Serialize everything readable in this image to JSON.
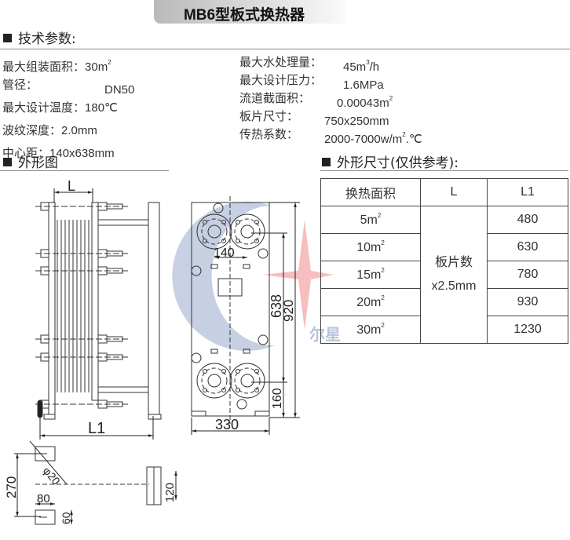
{
  "title": "MB6型板式换热器",
  "sections": {
    "tech_params": "技术参数:",
    "outline_drawing": "外形图",
    "outline_dims": "外形尺寸(仅供参考):"
  },
  "params_left": [
    {
      "label": "最大组装面积：",
      "value": "30m",
      "sup": "2"
    },
    {
      "label": "管径：",
      "value": "DN50",
      "sup": ""
    },
    {
      "label": "最大设计温度：",
      "value": "180℃",
      "sup": ""
    },
    {
      "label": "波纹深度：",
      "value": "2.0mm",
      "sup": ""
    },
    {
      "label": "中心距：",
      "value": "140x638mm",
      "sup": ""
    }
  ],
  "params_right": [
    {
      "label": "最大水处理量：",
      "value": "45m",
      "sup": "3",
      "suffix": "/h"
    },
    {
      "label": "最大设计压力：",
      "value": "1.6MPa",
      "sup": "",
      "suffix": ""
    },
    {
      "label": "流道截面积：",
      "value": "0.00043m",
      "sup": "2",
      "suffix": ""
    },
    {
      "label": "板片尺寸：",
      "value": "750x250mm",
      "sup": "",
      "suffix": ""
    },
    {
      "label": "传热系数：",
      "value": "2000-7000w/m",
      "sup": "2",
      "suffix": ".℃"
    }
  ],
  "table": {
    "headers": [
      "换热面积",
      "L",
      "L1"
    ],
    "merged_L": [
      "板片数",
      "x2.5mm"
    ],
    "rows": [
      {
        "area": "5m",
        "sup": "2",
        "L1": "480"
      },
      {
        "area": "10m",
        "sup": "2",
        "L1": "630"
      },
      {
        "area": "15m",
        "sup": "2",
        "L1": "780"
      },
      {
        "area": "20m",
        "sup": "2",
        "L1": "930"
      },
      {
        "area": "30m",
        "sup": "2",
        "L1": "1230"
      }
    ]
  },
  "drawing": {
    "dim_L": "L",
    "dim_L1": "L1",
    "dim_140": "140",
    "dim_638": "638",
    "dim_920": "920",
    "dim_160": "160",
    "dim_330": "330",
    "dim_270": "270",
    "dim_phi20": "φ20",
    "dim_80": "80",
    "dim_60": "60",
    "dim_120": "120"
  },
  "watermark": {
    "text": "尔星",
    "blue": "#9aa9cc",
    "red": "#e05050"
  }
}
